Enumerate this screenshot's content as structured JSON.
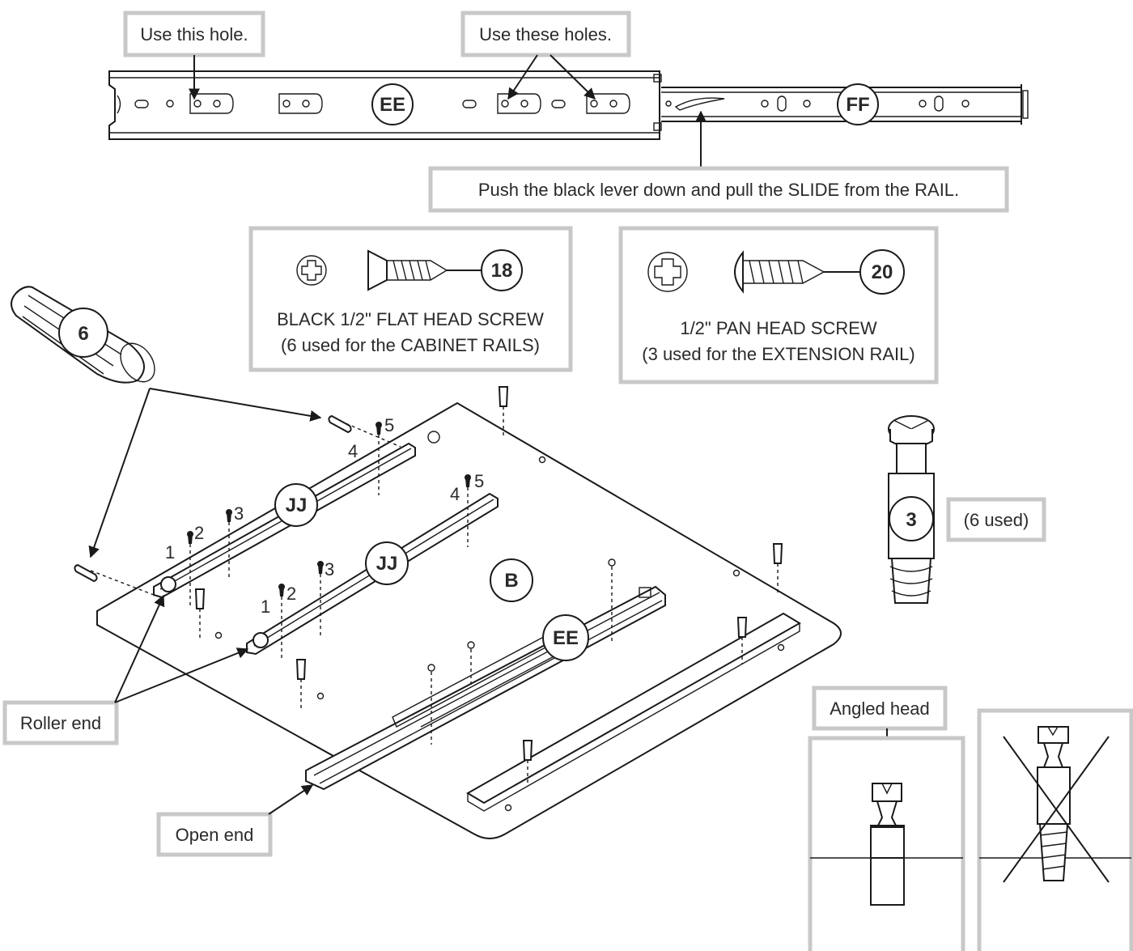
{
  "callouts": {
    "use_this_hole": "Use this hole.",
    "use_these_holes": "Use these holes.",
    "push_lever": "Push the black lever down and pull the SLIDE from the RAIL.",
    "six_used": "(6 used)",
    "roller_end": "Roller end",
    "open_end": "Open end",
    "angled_head": "Angled head"
  },
  "parts": {
    "flat_screw": {
      "id": "18",
      "line1": "BLACK 1/2\" FLAT HEAD SCREW",
      "line2": "(6 used for the CABINET RAILS)"
    },
    "pan_screw": {
      "id": "20",
      "line1": "1/2\" PAN HEAD SCREW",
      "line2": "(3 used for the EXTENSION RAIL)"
    },
    "dowel": "6",
    "cam_bolt": "3"
  },
  "labels": {
    "ee": "EE",
    "ff": "FF",
    "jj": "JJ",
    "b": "B",
    "screw_order": [
      "1",
      "2",
      "3",
      "4",
      "5"
    ]
  },
  "colors": {
    "callout_border": "#c8c8c8",
    "line": "#1a1a1a"
  }
}
